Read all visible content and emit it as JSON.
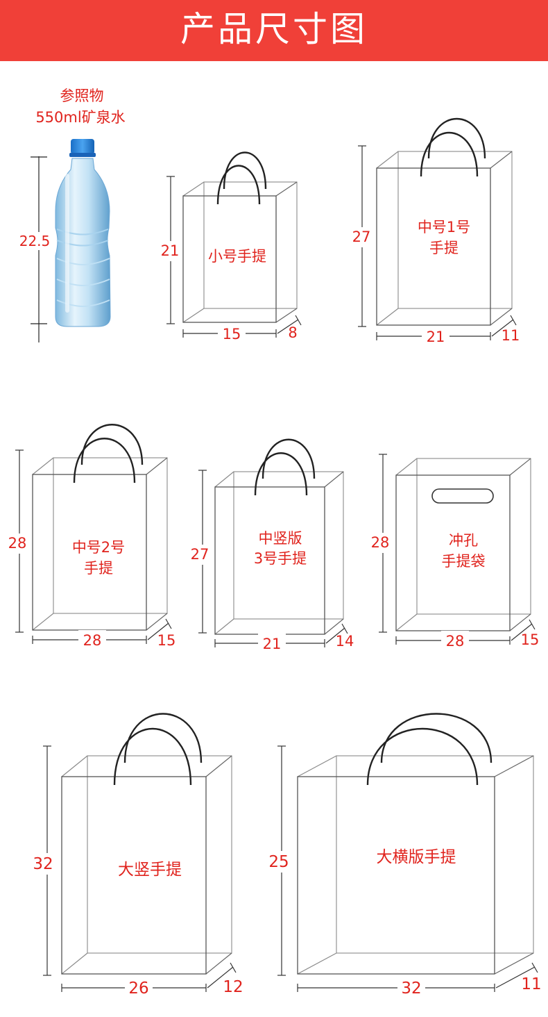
{
  "page": {
    "title": "产品尺寸图",
    "accent_color": "#f04038",
    "label_color": "#e0231d"
  },
  "reference": {
    "caption_line1": "参照物",
    "caption_line2": "550ml矿泉水",
    "height": "22.5",
    "image": "water-bottle"
  },
  "bags": [
    {
      "id": "small",
      "label_lines": [
        "小号手提"
      ],
      "height": "21",
      "width": "15",
      "depth": "8",
      "handle": "loop"
    },
    {
      "id": "medium-1",
      "label_lines": [
        "中号1号",
        "手提"
      ],
      "height": "27",
      "width": "21",
      "depth": "11",
      "handle": "loop"
    },
    {
      "id": "medium-2",
      "label_lines": [
        "中号2号",
        "手提"
      ],
      "height": "28",
      "width": "28",
      "depth": "15",
      "handle": "loop"
    },
    {
      "id": "vertical-3",
      "label_lines": [
        "中竖版",
        "3号手提"
      ],
      "height": "27",
      "width": "21",
      "depth": "14",
      "handle": "loop"
    },
    {
      "id": "punch-hole",
      "label_lines": [
        "冲孔",
        "手提袋"
      ],
      "height": "28",
      "width": "28",
      "depth": "15",
      "handle": "slot"
    },
    {
      "id": "large-vert",
      "label_lines": [
        "大竖手提"
      ],
      "height": "32",
      "width": "26",
      "depth": "12",
      "handle": "loop"
    },
    {
      "id": "large-horiz",
      "label_lines": [
        "大横版手提"
      ],
      "height": "25",
      "width": "32",
      "depth": "11",
      "handle": "loop"
    }
  ]
}
